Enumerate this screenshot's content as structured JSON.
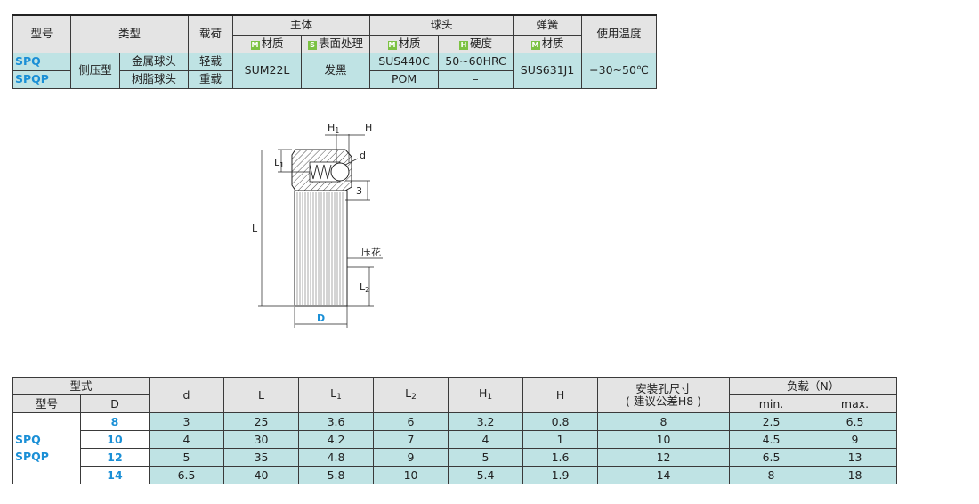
{
  "spec_table": {
    "headers": {
      "model": "型号",
      "type": "类型",
      "load": "载荷",
      "body": "主体",
      "ball": "球头",
      "spring": "弹簧",
      "temp": "使用温度",
      "body_material": "材质",
      "body_surface": "表面处理",
      "ball_material": "材质",
      "ball_hardness": "硬度",
      "spring_material": "材质"
    },
    "tags": {
      "material": "M",
      "surface": "S",
      "hardness": "H"
    },
    "rows": [
      {
        "model": "SPQ",
        "ball_type": "金属球头",
        "load": "轻载",
        "ball_material": "SUS440C",
        "hardness": "50~60HRC"
      },
      {
        "model": "SPQP",
        "ball_type": "树脂球头",
        "load": "重载",
        "ball_material": "POM",
        "hardness": "–"
      }
    ],
    "type": "侧压型",
    "body_material": "SUM22L",
    "surface": "发黑",
    "spring_material": "SUS631J1",
    "temp": "−30~50℃"
  },
  "drawing_labels": {
    "H1": "H",
    "H1_sub": "1",
    "H": "H",
    "L1": "L",
    "L1_sub": "1",
    "d": "d",
    "three": "3",
    "L": "L",
    "knurl": "压花",
    "L2": "L",
    "L2_sub": "2",
    "D": "D"
  },
  "dim_table": {
    "headers": {
      "form": "型式",
      "model": "型号",
      "D": "D",
      "d": "d",
      "L": "L",
      "L1": "L",
      "L2": "L",
      "H1": "H",
      "sub1": "1",
      "sub2": "2",
      "H": "H",
      "hole": "安装孔尺寸",
      "hole_tol": "( 建议公差H8 )",
      "load": "负载（N）",
      "min": "min.",
      "max": "max."
    },
    "models": [
      "SPQ",
      "SPQP"
    ],
    "rows": [
      {
        "D": "8",
        "d": "3",
        "L": "25",
        "L1": "3.6",
        "L2": "6",
        "H1": "3.2",
        "H": "0.8",
        "hole": "8",
        "min": "2.5",
        "max": "6.5"
      },
      {
        "D": "10",
        "d": "4",
        "L": "30",
        "L1": "4.2",
        "L2": "7",
        "H1": "4",
        "H": "1",
        "hole": "10",
        "min": "4.5",
        "max": "9"
      },
      {
        "D": "12",
        "d": "5",
        "L": "35",
        "L1": "4.8",
        "L2": "9",
        "H1": "5",
        "H": "1.6",
        "hole": "12",
        "min": "6.5",
        "max": "13"
      },
      {
        "D": "14",
        "d": "6.5",
        "L": "40",
        "L1": "5.8",
        "L2": "10",
        "H1": "5.4",
        "H": "1.9",
        "hole": "14",
        "min": "8",
        "max": "18"
      }
    ]
  }
}
